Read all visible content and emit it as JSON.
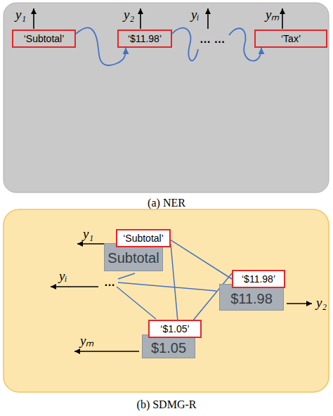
{
  "diagram": {
    "nodes": [
      {
        "text": [
          "‘Subtotal’"
        ]
      },
      {
        "text": [
          "‘$11.98’"
        ]
      },
      {
        "text": [
          "‘Tax’"
        ]
      },
      {
        "text": [
          "‘Subtotal’"
        ]
      },
      {
        "text": [
          "‘$11.98’"
        ]
      },
      {
        "text": [
          "‘$1.05’"
        ]
      }
    ],
    "edges": [
      {
        "from": 0,
        "to": 1,
        "arrow": "to"
      },
      {
        "from": 3,
        "to": 4,
        "arrow": "none"
      },
      {
        "from": 3,
        "to": 5,
        "arrow": "none"
      },
      {
        "from": 4,
        "to": 5,
        "arrow": "none"
      }
    ],
    "labels": [
      "y₁",
      "y₂",
      "yᵢ",
      "… …",
      "yₘ",
      "(a) NER",
      "y₁",
      "Subtotal",
      "yᵢ",
      "…",
      "y₂",
      "$11.98",
      "yₘ",
      "$1.05",
      "(b) SDMG-R"
    ]
  }
}
